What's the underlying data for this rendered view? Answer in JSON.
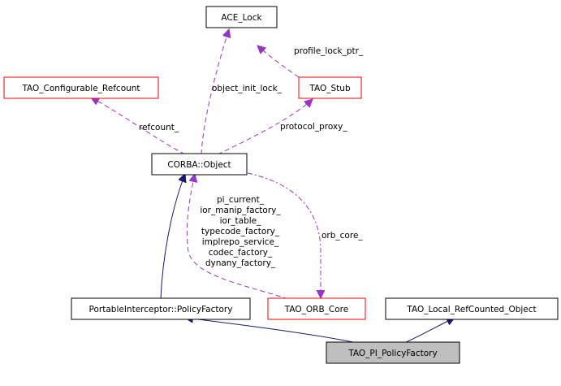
{
  "diagram": {
    "type": "collaboration-graph",
    "colors": {
      "inheritance_public": "#191970",
      "usage": "#9a32cd",
      "node_border_default": "#000000",
      "node_border_undocumented": "#ff0000",
      "focus_fill": "#bfbfbf"
    },
    "nodes": [
      {
        "id": "ace_lock",
        "label": "ACE_Lock",
        "style": "default"
      },
      {
        "id": "tao_configurable_refcount",
        "label": "TAO_Configurable_Refcount",
        "style": "red"
      },
      {
        "id": "tao_stub",
        "label": "TAO_Stub",
        "style": "red"
      },
      {
        "id": "corba_object",
        "label": "CORBA::Object",
        "style": "default"
      },
      {
        "id": "policy_factory",
        "label": "PortableInterceptor::PolicyFactory",
        "style": "default"
      },
      {
        "id": "tao_orb_core",
        "label": "TAO_ORB_Core",
        "style": "red"
      },
      {
        "id": "tao_local_refcounted_object",
        "label": "TAO_Local_RefCounted_Object",
        "style": "default"
      },
      {
        "id": "tao_pi_policyfactory",
        "label": "TAO_PI_PolicyFactory",
        "style": "focus"
      }
    ],
    "edges": [
      {
        "from": "tao_stub",
        "to": "ace_lock",
        "kind": "usage",
        "label": "profile_lock_ptr_"
      },
      {
        "from": "corba_object",
        "to": "ace_lock",
        "kind": "usage",
        "label": "object_init_lock_"
      },
      {
        "from": "corba_object",
        "to": "tao_configurable_refcount",
        "kind": "usage",
        "label": "refcount_"
      },
      {
        "from": "corba_object",
        "to": "tao_stub",
        "kind": "usage",
        "label": "protocol_proxy_"
      },
      {
        "from": "corba_object",
        "to": "tao_orb_core",
        "kind": "usage",
        "label": "orb_core_"
      },
      {
        "from": "tao_orb_core",
        "to": "corba_object",
        "kind": "usage",
        "label_lines": [
          "pi_current_",
          "ior_manip_factory_",
          "ior_table_",
          "typecode_factory_",
          "implrepo_service_",
          "codec_factory_",
          "dynany_factory_"
        ]
      },
      {
        "from": "policy_factory",
        "to": "corba_object",
        "kind": "inheritance"
      },
      {
        "from": "tao_pi_policyfactory",
        "to": "policy_factory",
        "kind": "inheritance"
      },
      {
        "from": "tao_pi_policyfactory",
        "to": "tao_local_refcounted_object",
        "kind": "inheritance"
      }
    ]
  }
}
